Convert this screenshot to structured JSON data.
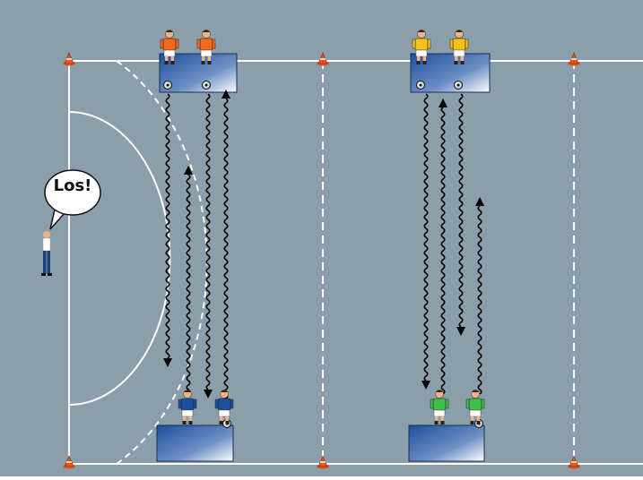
{
  "bubble": {
    "text": "Los!"
  },
  "colors": {
    "field": "#8a9eab",
    "lines": "#ffffff",
    "cone": "#e8521c",
    "box_dark": "#1d4f9c",
    "box_light": "#ffffff",
    "team_orange": "#f26a21",
    "team_yellow": "#f2c31b",
    "team_blue": "#1e4f9c",
    "team_green": "#3fbf4a",
    "shorts": "#ffffff",
    "arrow": "#000000"
  },
  "players": [
    {
      "group": "top-left",
      "shirt": "team_orange"
    },
    {
      "group": "top-left",
      "shirt": "team_orange"
    },
    {
      "group": "top-right",
      "shirt": "team_yellow"
    },
    {
      "group": "top-right",
      "shirt": "team_yellow"
    },
    {
      "group": "bottom-left",
      "shirt": "team_blue"
    },
    {
      "group": "bottom-left",
      "shirt": "team_blue"
    },
    {
      "group": "bottom-right",
      "shirt": "team_green"
    },
    {
      "group": "bottom-right",
      "shirt": "team_green"
    }
  ],
  "coach": {
    "icon": "coach-icon"
  }
}
